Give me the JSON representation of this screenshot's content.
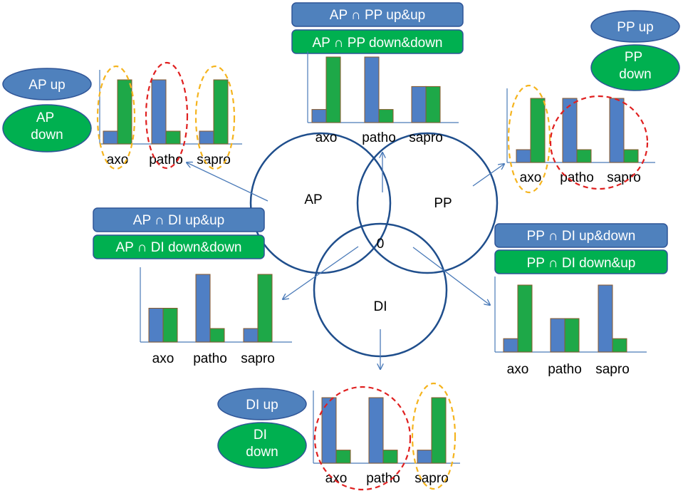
{
  "colors": {
    "up": "#4f81bd",
    "down": "#00b050",
    "bar_up": "#4f7fc5",
    "bar_down": "#1ea848",
    "bar_outline": "#8b5a2b",
    "venn": "#1f4e8c",
    "arrow": "#4a7ab8",
    "circle_orange": "#f5b41e",
    "circle_red": "#e02020"
  },
  "venn": {
    "circles": [
      "AP",
      "PP",
      "DI"
    ],
    "center_value": "0"
  },
  "categories": [
    "axo",
    "patho",
    "sapro"
  ],
  "panels": {
    "ap_pp": {
      "labels": [
        "AP ∩ PP up&up",
        "AP ∩ PP down&down"
      ]
    },
    "ap": {
      "labels": [
        "AP up",
        "AP down"
      ]
    },
    "pp": {
      "labels": [
        "PP up",
        "PP down"
      ]
    },
    "ap_di": {
      "labels": [
        "AP ∩ DI up&up",
        "AP ∩ DI down&down"
      ]
    },
    "pp_di": {
      "labels": [
        "PP ∩ DI up&down",
        "PP ∩ DI down&up"
      ]
    },
    "di": {
      "labels": [
        "DI up",
        "DI down"
      ]
    }
  },
  "chart_data": [
    {
      "type": "bar",
      "panel": "ap_pp",
      "categories": [
        "axo",
        "patho",
        "sapro"
      ],
      "series": [
        {
          "values": [
            0.2,
            1.0,
            0.55
          ]
        },
        {
          "values": [
            1.0,
            0.2,
            0.55
          ]
        }
      ]
    },
    {
      "type": "bar",
      "panel": "ap",
      "categories": [
        "axo",
        "patho",
        "sapro"
      ],
      "series": [
        {
          "values": [
            0.2,
            1.0,
            0.2
          ]
        },
        {
          "values": [
            1.0,
            0.2,
            1.0
          ]
        }
      ]
    },
    {
      "type": "bar",
      "panel": "pp",
      "categories": [
        "axo",
        "patho",
        "sapro"
      ],
      "series": [
        {
          "values": [
            0.2,
            1.0,
            1.0
          ]
        },
        {
          "values": [
            1.0,
            0.2,
            0.2
          ]
        }
      ]
    },
    {
      "type": "bar",
      "panel": "ap_di",
      "categories": [
        "axo",
        "patho",
        "sapro"
      ],
      "series": [
        {
          "values": [
            0.5,
            1.0,
            0.2
          ]
        },
        {
          "values": [
            0.5,
            0.2,
            1.0
          ]
        }
      ]
    },
    {
      "type": "bar",
      "panel": "pp_di",
      "categories": [
        "axo",
        "patho",
        "sapro"
      ],
      "series": [
        {
          "values": [
            0.2,
            0.5,
            1.0
          ]
        },
        {
          "values": [
            1.0,
            0.5,
            0.2
          ]
        }
      ]
    },
    {
      "type": "bar",
      "panel": "di",
      "categories": [
        "axo",
        "patho",
        "sapro"
      ],
      "series": [
        {
          "values": [
            1.0,
            1.0,
            0.2
          ]
        },
        {
          "values": [
            0.2,
            0.2,
            1.0
          ]
        }
      ]
    }
  ]
}
